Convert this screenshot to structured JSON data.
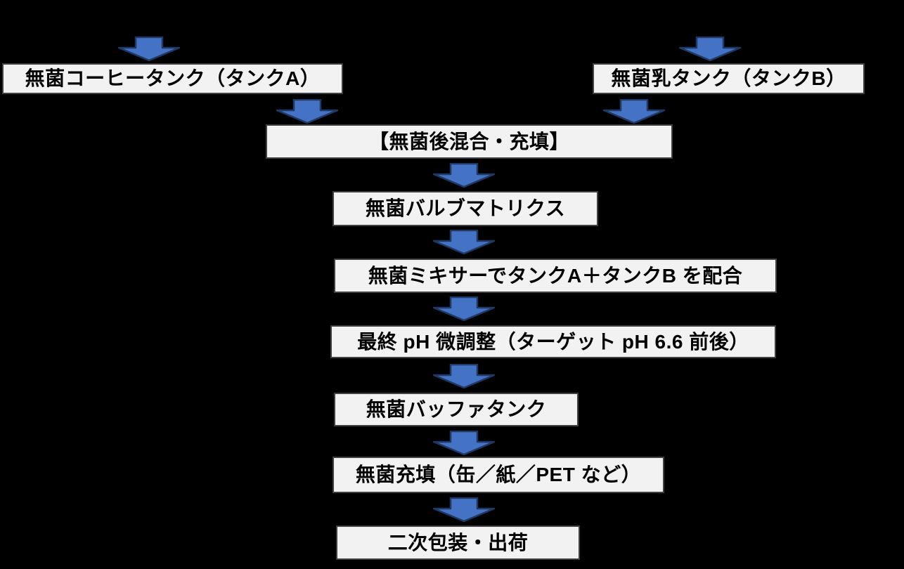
{
  "colors": {
    "background": "#000000",
    "box_fill": "#F2F2F2",
    "box_border": "#404040",
    "arrow_fill": "#4472C4",
    "arrow_outline": "#1F3864",
    "text": "#000000"
  },
  "flowchart": {
    "source_boxes": [
      {
        "id": "tank-a",
        "label": "無菌コーヒータンク（タンクA）"
      },
      {
        "id": "tank-b",
        "label": "無菌乳タンク（タンクB）"
      }
    ],
    "steps": [
      {
        "id": "post-sterile-mix-fill",
        "label": "【無菌後混合・充填】"
      },
      {
        "id": "valve-matrix",
        "label": "無菌バルブマトリクス"
      },
      {
        "id": "aseptic-mixer",
        "label": "無菌ミキサーでタンクA＋タンクB を配合"
      },
      {
        "id": "ph-adjust",
        "label": "最終 pH 微調整（ターゲット pH 6.6 前後）"
      },
      {
        "id": "buffer-tank",
        "label": "無菌バッファタンク"
      },
      {
        "id": "aseptic-filling",
        "label": "無菌充填（缶／紙／PET など）"
      },
      {
        "id": "secondary-packaging-shipping",
        "label": "二次包装・出荷"
      }
    ]
  }
}
